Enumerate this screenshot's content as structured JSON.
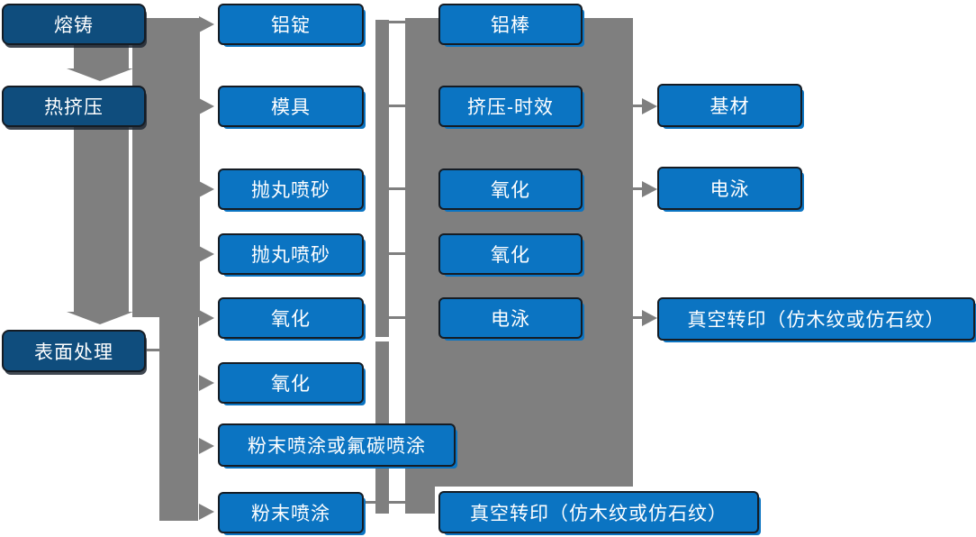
{
  "diagram": {
    "description_colors": {
      "dark_box": "#0f4d7d",
      "light_box": "#0b74c2",
      "connector_gray": "#7f7f7f",
      "box_border": "#151c24",
      "text": "#ffffff",
      "background": "#ffffff"
    },
    "stage1_labels": [
      "熔铸",
      "热挤压",
      "表面处理"
    ],
    "stage2_labels": [
      "铝锭",
      "模具",
      "抛丸喷砂",
      "抛丸喷砂",
      "氧化",
      "氧化",
      "粉末喷涂或氟碳喷涂",
      "粉末喷涂"
    ],
    "stage3_labels": [
      "铝棒",
      "挤压-时效",
      "氧化",
      "氧化",
      "电泳",
      "真空转印（仿木纹或仿石纹）"
    ],
    "stage4_labels": [
      "基材",
      "电泳",
      "真空转印（仿木纹或仿石纹）"
    ]
  }
}
